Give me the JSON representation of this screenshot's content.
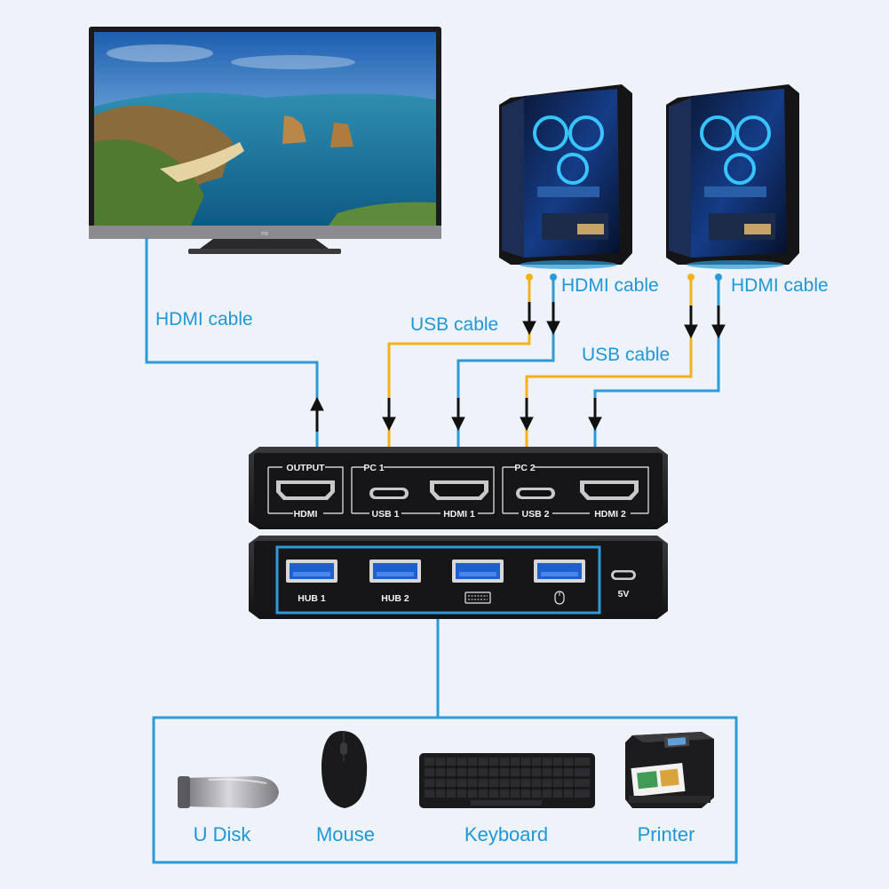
{
  "colors": {
    "hdmi": "#2b9ad6",
    "usb": "#f3b21c",
    "frame": "#2b9ad6",
    "label": "#1f97d9",
    "device": "#1a1a1c"
  },
  "labels": {
    "tv_hdmi_cable": "HDMI cable",
    "pc1_usb_cable": "USB cable",
    "pc1_hdmi_cable": "HDMI cable",
    "pc2_usb_cable": "USB cable",
    "pc2_hdmi_cable": "HDMI cable"
  },
  "switch_front": {
    "output_header": "OUTPUT",
    "output_port": "HDMI",
    "pc1_header": "PC 1",
    "pc1_usb": "USB 1",
    "pc1_hdmi": "HDMI 1",
    "pc2_header": "PC 2",
    "pc2_usb": "USB 2",
    "pc2_hdmi": "HDMI 2"
  },
  "switch_back": {
    "hub1": "HUB 1",
    "hub2": "HUB 2",
    "keyboard_icon": "keyboard-icon",
    "mouse_icon": "mouse-icon",
    "power": "5V"
  },
  "devices": [
    {
      "label": "U Disk",
      "icon": "usb-drive-icon"
    },
    {
      "label": "Mouse",
      "icon": "mouse-icon"
    },
    {
      "label": "Keyboard",
      "icon": "keyboard-icon"
    },
    {
      "label": "Printer",
      "icon": "printer-icon"
    }
  ]
}
